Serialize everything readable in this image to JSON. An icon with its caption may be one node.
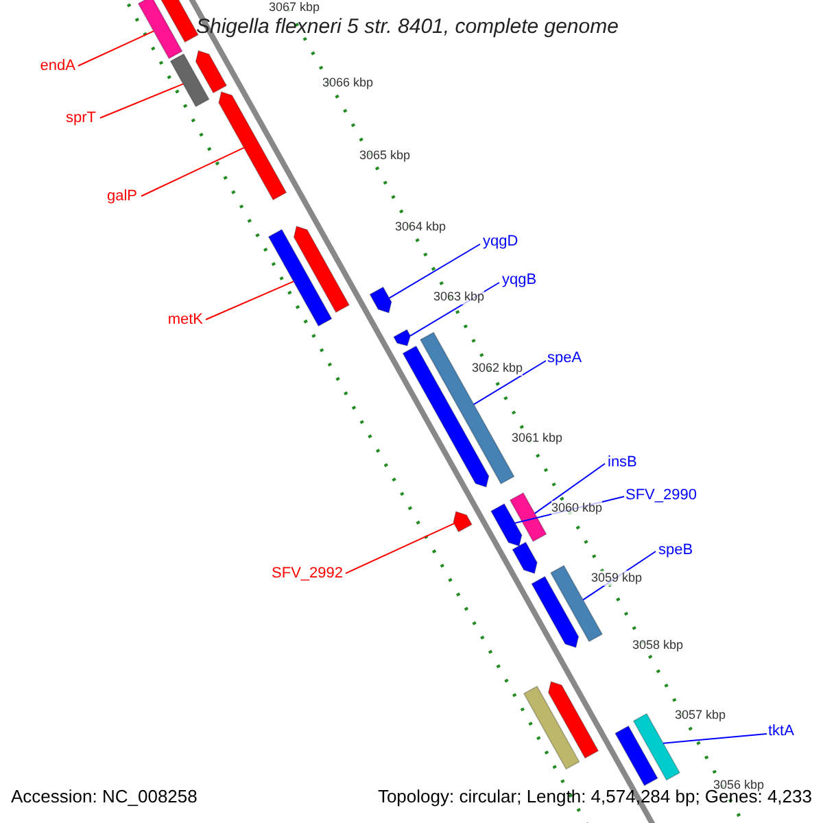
{
  "diagram": {
    "title": "Shigella flexneri 5 str. 8401, complete genome",
    "nodes": [
      {
        "text": [
          "endA"
        ]
      },
      {
        "text": [
          "sprT"
        ]
      },
      {
        "text": [
          "galP"
        ]
      },
      {
        "text": [
          "yqgD"
        ]
      },
      {
        "text": [
          "yqgB"
        ]
      },
      {
        "text": [
          "metK"
        ]
      },
      {
        "text": [
          "speA"
        ]
      },
      {
        "text": [
          "insB"
        ]
      },
      {
        "text": [
          "SFV_2990"
        ]
      },
      {
        "text": [
          "speB"
        ]
      },
      {
        "text": [
          "SFV_2992"
        ]
      },
      {
        "text": [
          "tktA"
        ]
      },
      {
        "text": [],
        "shape": "bar"
      },
      {
        "text": [],
        "shape": "bar"
      },
      {
        "text": [],
        "shape": "bar"
      },
      {
        "text": [],
        "shape": "bar"
      },
      {
        "text": [],
        "shape": "bar"
      },
      {
        "text": [],
        "shape": "bar"
      },
      {
        "text": [],
        "shape": "bar"
      },
      {
        "text": [],
        "shape": "bar"
      },
      {
        "text": [],
        "shape": "bar"
      },
      {
        "text": [],
        "shape": "bar"
      },
      {
        "text": [],
        "shape": "bar"
      },
      {
        "text": [],
        "shape": "bar"
      },
      {
        "text": [],
        "shape": "bar"
      },
      {
        "text": [],
        "shape": "bar"
      },
      {
        "text": [],
        "shape": "bar"
      },
      {
        "text": [],
        "shape": "bar"
      },
      {
        "text": [],
        "shape": "bar"
      },
      {
        "text": [],
        "shape": "bar"
      },
      {
        "text": [],
        "shape": "bar"
      },
      {
        "text": [],
        "shape": "bar"
      },
      {
        "text": [],
        "shape": "bar"
      }
    ],
    "edges": [
      {
        "from": 0,
        "to": 12,
        "arrow": "none",
        "color": "#ff0000"
      },
      {
        "from": 1,
        "to": 15,
        "arrow": "none",
        "color": "#ff0000"
      },
      {
        "from": 2,
        "to": 16,
        "arrow": "none",
        "color": "#ff0000"
      },
      {
        "from": 3,
        "to": 19,
        "arrow": "none"
      },
      {
        "from": 4,
        "to": 20,
        "arrow": "none"
      },
      {
        "from": 5,
        "to": 18,
        "arrow": "none",
        "color": "#ff0000"
      },
      {
        "from": 6,
        "to": 21,
        "arrow": "none"
      },
      {
        "from": 7,
        "to": 23,
        "arrow": "none"
      },
      {
        "from": 8,
        "to": 24,
        "arrow": "none"
      },
      {
        "from": 9,
        "to": 27,
        "arrow": "none"
      },
      {
        "from": 10,
        "to": 25,
        "arrow": "none",
        "color": "#ff0000"
      },
      {
        "from": 11,
        "to": 31,
        "arrow": "none"
      }
    ],
    "labels": [
      "3067 kbp",
      "3066 kbp",
      "3065 kbp",
      "3064 kbp",
      "3063 kbp",
      "3062 kbp",
      "3061 kbp",
      "3060 kbp",
      "3059 kbp",
      "3058 kbp",
      "3057 kbp",
      "3056 kbp",
      "Accession: NC_008258",
      "Topology: circular; Length: 4,574,284 bp; Genes: 4,233"
    ]
  }
}
